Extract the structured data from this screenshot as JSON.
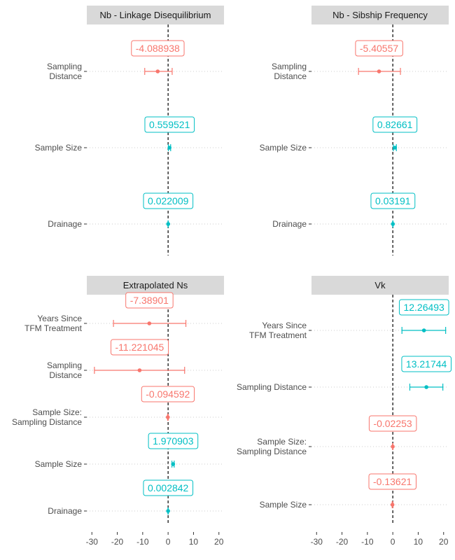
{
  "colors": {
    "negative": "#F8766D",
    "positive": "#00BFC4",
    "strip": "#d9d9d9",
    "grid": "#cccccc"
  },
  "chart_data": [
    {
      "type": "forest",
      "title": "Nb - Linkage Disequilibrium",
      "xlim": [
        -32,
        22
      ],
      "xticks": [
        "-30",
        "-20",
        "-10",
        "0",
        "10",
        "20"
      ],
      "rows": [
        {
          "label": [
            "Sampling",
            "Distance"
          ],
          "estimate": -4.088938,
          "lo": -9.2,
          "hi": 1.6,
          "value_label": "-4.088938",
          "sign": "negative"
        },
        {
          "label": [
            "Sample Size"
          ],
          "estimate": 0.559521,
          "lo": 0.1,
          "hi": 1.0,
          "value_label": "0.559521",
          "sign": "positive"
        },
        {
          "label": [
            "Drainage"
          ],
          "estimate": 0.022009,
          "lo": -0.05,
          "hi": 0.09,
          "value_label": "0.022009",
          "sign": "positive"
        }
      ]
    },
    {
      "type": "forest",
      "title": "Nb - Sibship Frequency",
      "xlim": [
        -32,
        22
      ],
      "xticks": [
        "-30",
        "-20",
        "-10",
        "0",
        "10",
        "20"
      ],
      "rows": [
        {
          "label": [
            "Sampling",
            "Distance"
          ],
          "estimate": -5.40557,
          "lo": -13.5,
          "hi": 3.0,
          "value_label": "-5.40557",
          "sign": "negative"
        },
        {
          "label": [
            "Sample Size"
          ],
          "estimate": 0.82661,
          "lo": 0.2,
          "hi": 1.4,
          "value_label": "0.82661",
          "sign": "positive"
        },
        {
          "label": [
            "Drainage"
          ],
          "estimate": 0.03191,
          "lo": -0.05,
          "hi": 0.1,
          "value_label": "0.03191",
          "sign": "positive"
        }
      ]
    },
    {
      "type": "forest",
      "title": "Extrapolated Ns",
      "xlim": [
        -32,
        22
      ],
      "xticks": [
        "-30",
        "-20",
        "-10",
        "0",
        "10",
        "20"
      ],
      "rows": [
        {
          "label": [
            "Years Since",
            "TFM Treatment"
          ],
          "estimate": -7.38901,
          "lo": -21.5,
          "hi": 7.0,
          "value_label": "-7.38901",
          "sign": "negative"
        },
        {
          "label": [
            "Sampling",
            "Distance"
          ],
          "estimate": -11.221045,
          "lo": -29.0,
          "hi": 6.5,
          "value_label": "-11.221045",
          "sign": "negative"
        },
        {
          "label": [
            "Sample Size:",
            "Sampling Distance"
          ],
          "estimate": -0.094592,
          "lo": -0.2,
          "hi": 0.02,
          "value_label": "-0.094592",
          "sign": "negative"
        },
        {
          "label": [
            "Sample Size"
          ],
          "estimate": 1.970903,
          "lo": 1.5,
          "hi": 2.4,
          "value_label": "1.970903",
          "sign": "positive"
        },
        {
          "label": [
            "Drainage"
          ],
          "estimate": 0.002842,
          "lo": -0.06,
          "hi": 0.06,
          "value_label": "0.002842",
          "sign": "positive"
        }
      ]
    },
    {
      "type": "forest",
      "title": "Vk",
      "xlim": [
        -32,
        22
      ],
      "xticks": [
        "-30",
        "-20",
        "-10",
        "0",
        "10",
        "20"
      ],
      "rows": [
        {
          "label": [
            "Years Since",
            "TFM Treatment"
          ],
          "estimate": 12.26493,
          "lo": 3.6,
          "hi": 20.8,
          "value_label": "12.26493",
          "sign": "positive"
        },
        {
          "label": [
            "Sampling Distance"
          ],
          "estimate": 13.21744,
          "lo": 6.7,
          "hi": 19.7,
          "value_label": "13.21744",
          "sign": "positive"
        },
        {
          "label": [
            "Sample Size:",
            "Sampling Distance"
          ],
          "estimate": -0.02253,
          "lo": -0.1,
          "hi": 0.05,
          "value_label": "-0.02253",
          "sign": "negative"
        },
        {
          "label": [
            "Sample Size"
          ],
          "estimate": -0.13621,
          "lo": -0.25,
          "hi": -0.02,
          "value_label": "-0.13621",
          "sign": "negative"
        }
      ]
    }
  ]
}
